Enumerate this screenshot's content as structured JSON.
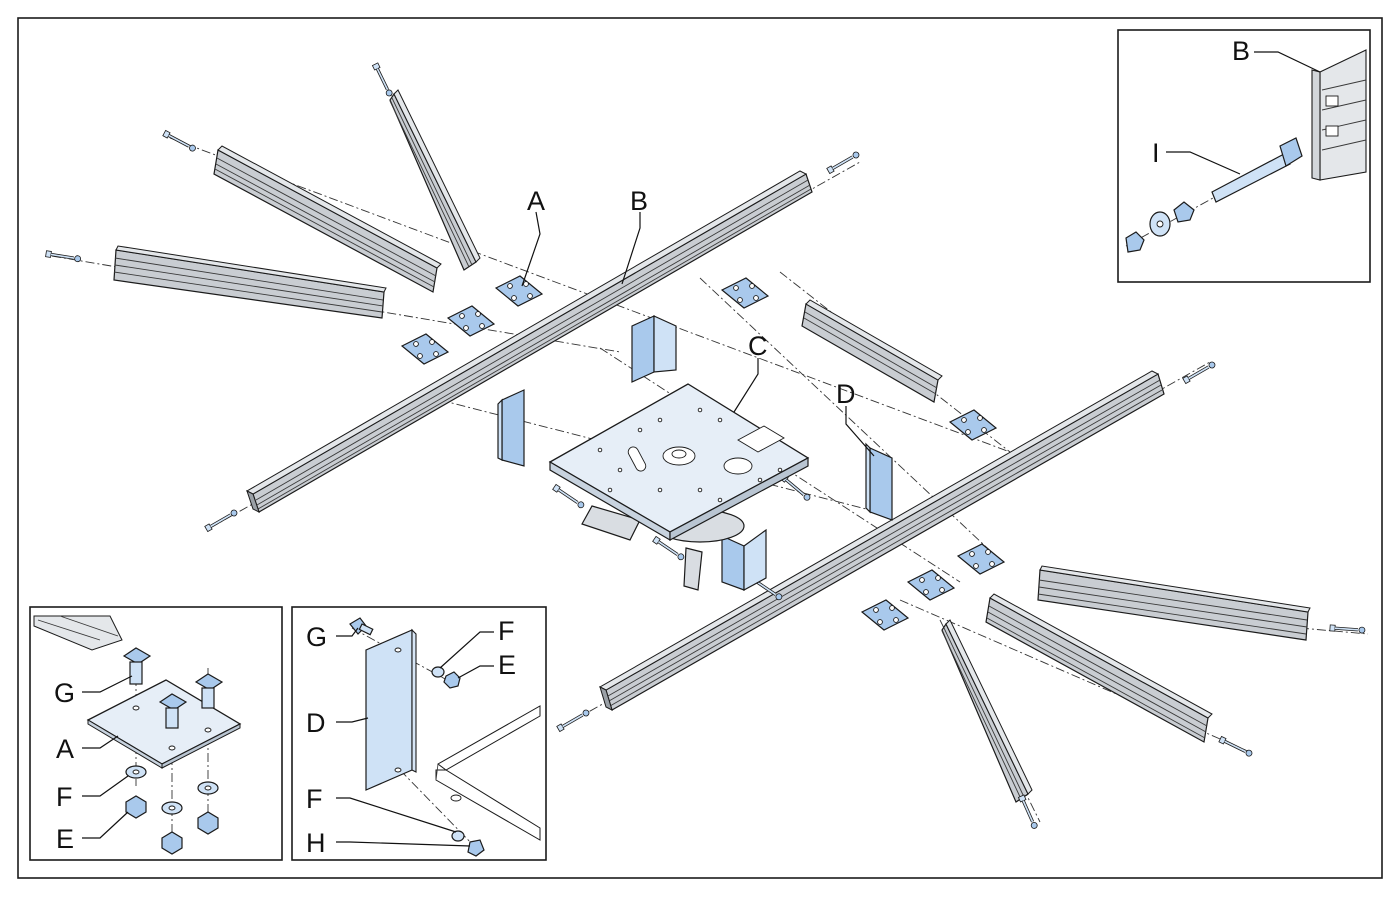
{
  "labels": {
    "a": "A",
    "b": "B",
    "c": "C",
    "d": "D",
    "inset_b": "B",
    "inset_i": "I",
    "left_g": "G",
    "left_a": "A",
    "left_f": "F",
    "left_e": "E",
    "mid_g": "G",
    "mid_f": "F",
    "mid_e": "E",
    "mid_d": "D",
    "mid_f2": "F",
    "mid_h": "H"
  },
  "colors": {
    "part_blue": "#a9c9ec",
    "rail_grey": "#c9cdd2",
    "outline": "#1b1b1b"
  }
}
